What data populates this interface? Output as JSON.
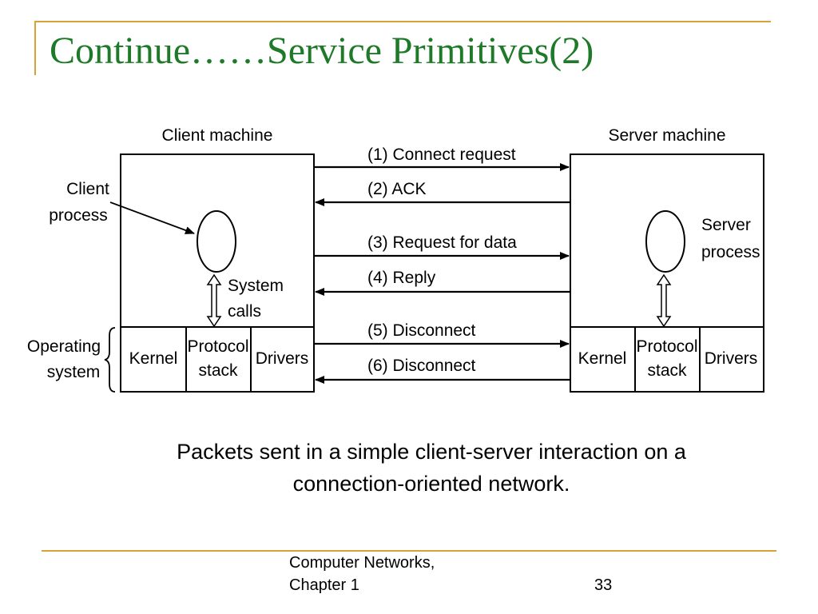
{
  "slide": {
    "title": "Continue……Service Primitives(2)",
    "caption_line1": "Packets sent in a simple client-server interaction on a",
    "caption_line2": "connection-oriented network.",
    "footer_line1": "Computer Networks,",
    "footer_line2": "Chapter 1",
    "page_number": "33",
    "accent_color": "#d6a33a",
    "title_color": "#1e7a28"
  },
  "diagram": {
    "client_machine_label": "Client machine",
    "server_machine_label": "Server machine",
    "client_process_line1": "Client",
    "client_process_line2": "process",
    "server_process_line1": "Server",
    "server_process_line2": "process",
    "system_calls_line1": "System",
    "system_calls_line2": "calls",
    "os_line1": "Operating",
    "os_line2": "system",
    "client_kernel": "Kernel",
    "client_protocol_line1": "Protocol",
    "client_protocol_line2": "stack",
    "client_drivers": "Drivers",
    "server_kernel": "Kernel",
    "server_protocol_line1": "Protocol",
    "server_protocol_line2": "stack",
    "server_drivers": "Drivers",
    "messages": [
      {
        "label": "(1) Connect request",
        "direction": "to-server"
      },
      {
        "label": "(2) ACK",
        "direction": "to-client"
      },
      {
        "label": "(3) Request for data",
        "direction": "to-server"
      },
      {
        "label": "(4) Reply",
        "direction": "to-client"
      },
      {
        "label": "(5) Disconnect",
        "direction": "to-server"
      },
      {
        "label": "(6) Disconnect",
        "direction": "to-client"
      }
    ]
  }
}
